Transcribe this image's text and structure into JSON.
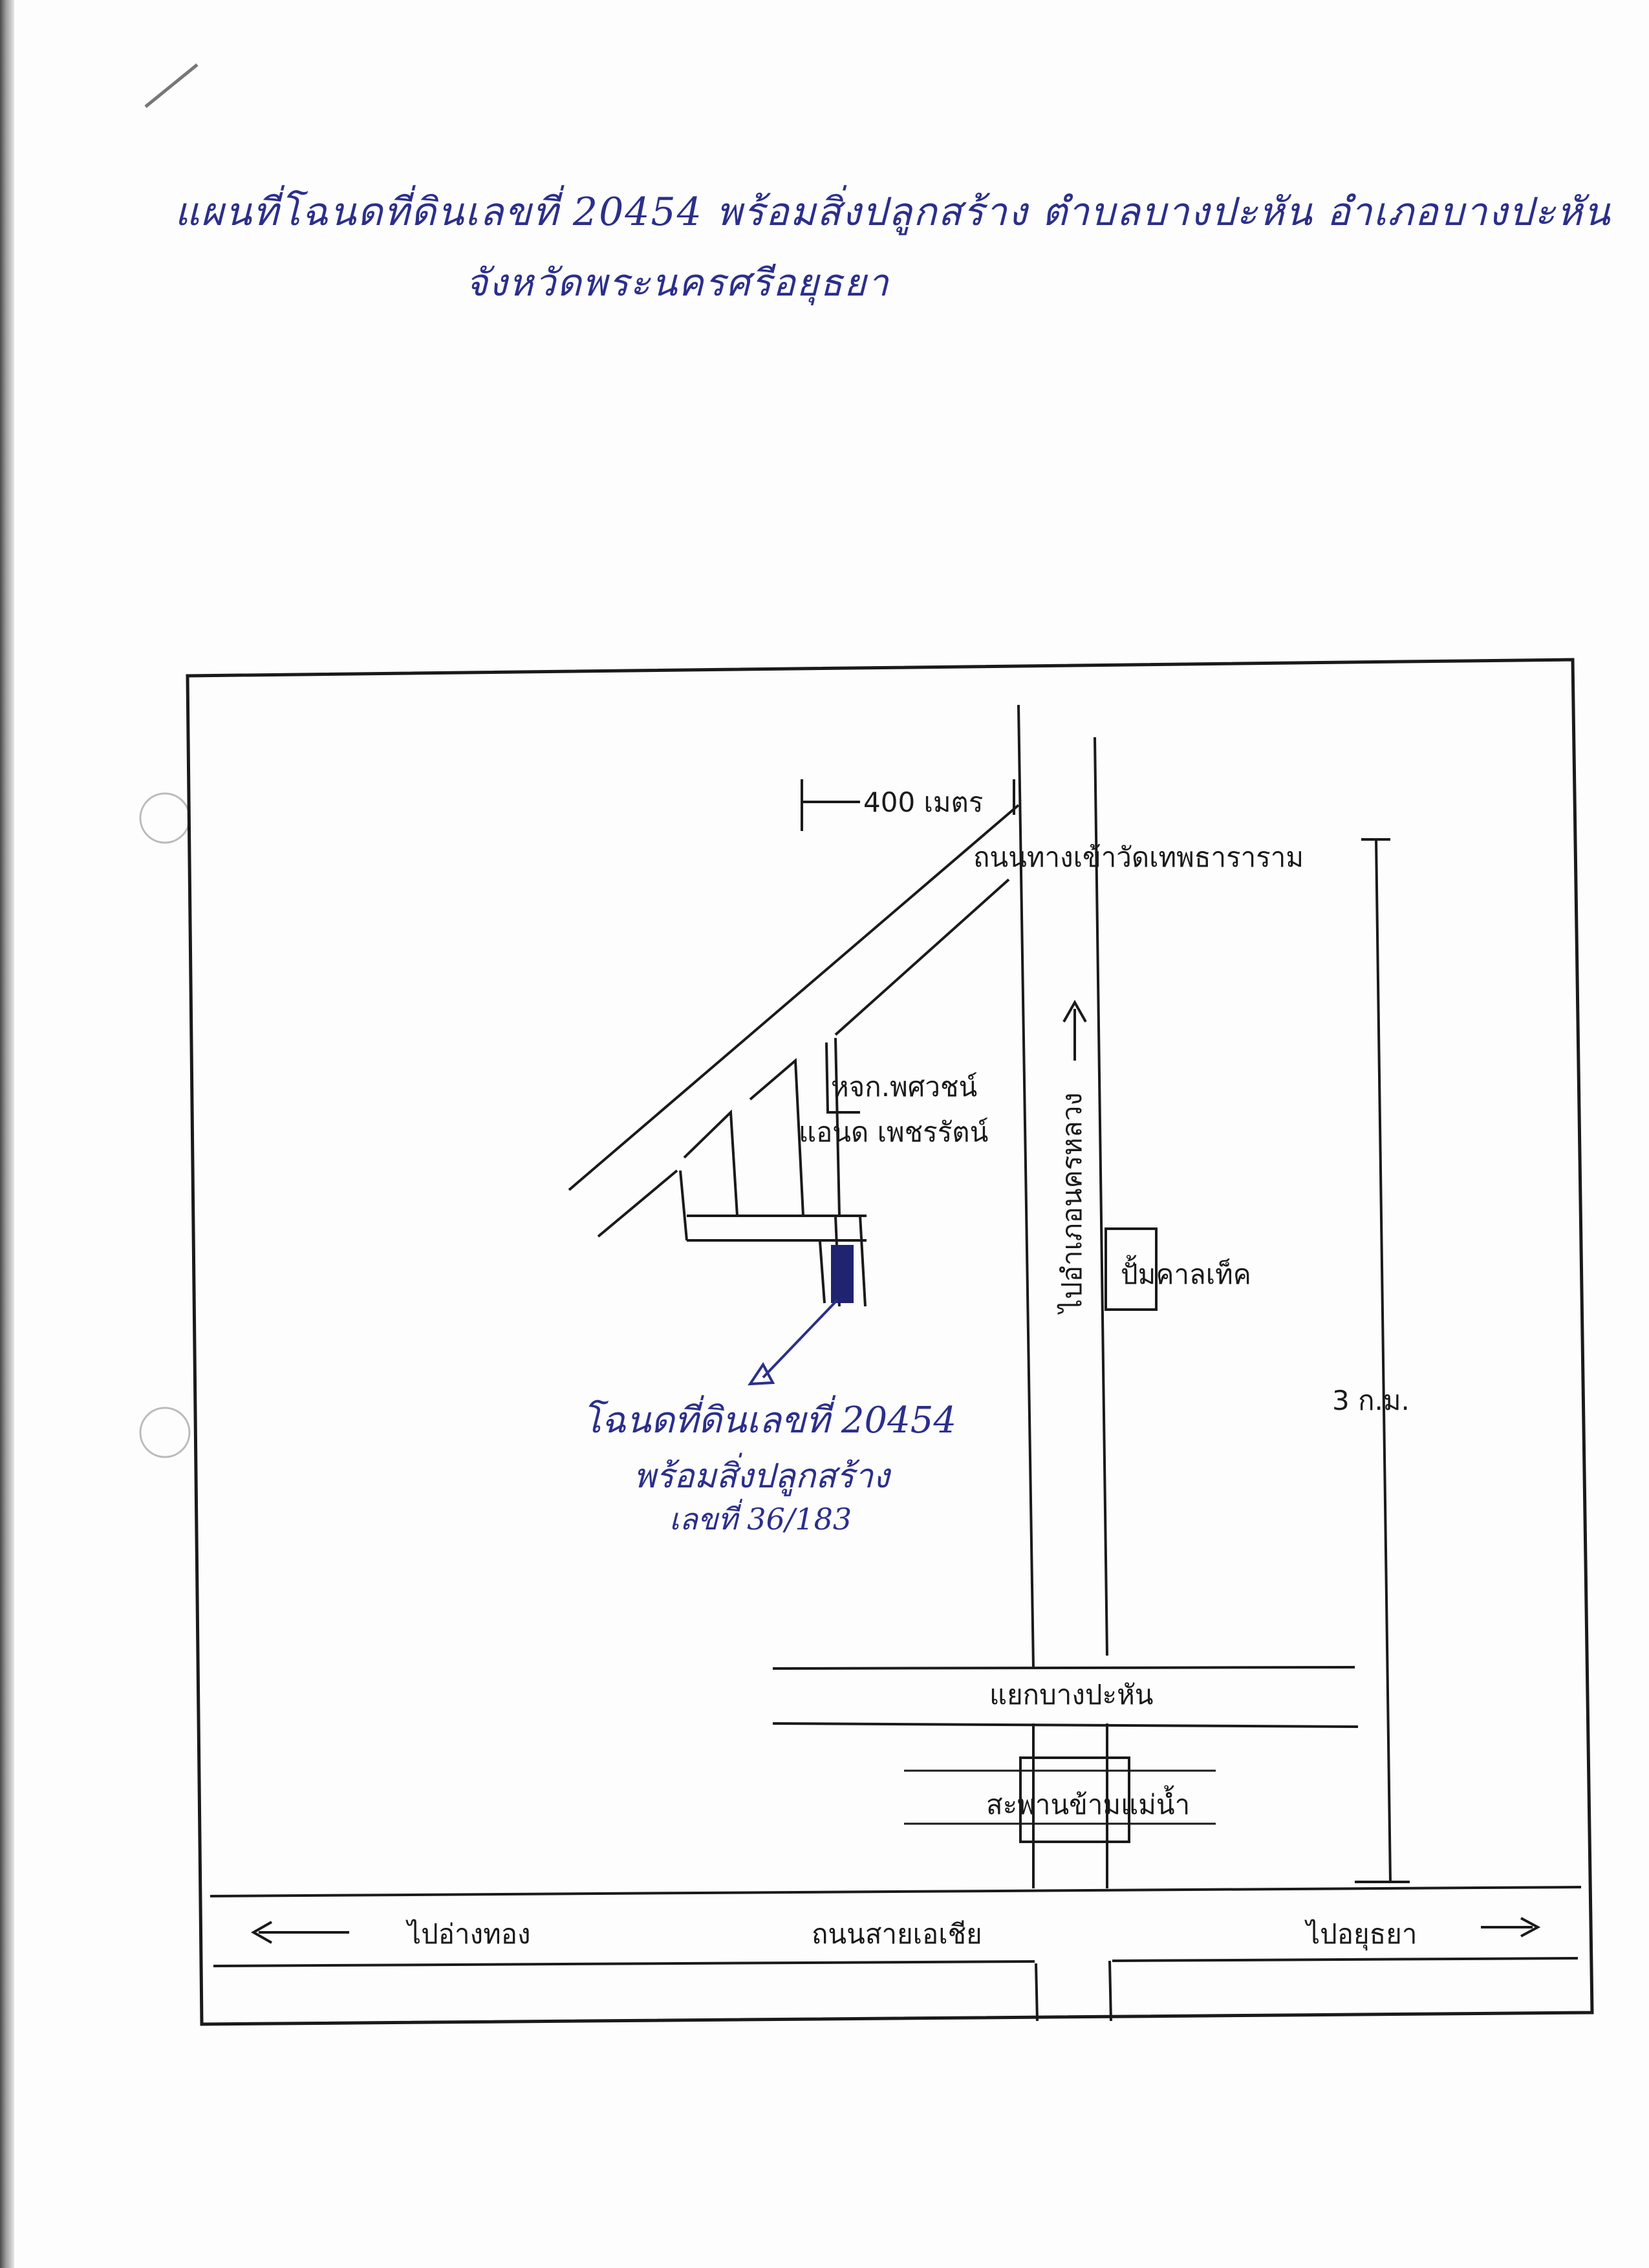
{
  "title": {
    "line1": "แผนที่โฉนดที่ดินเลขที่ 20454 พร้อมสิ่งปลูกสร้าง ตำบลบางปะหัน อำเภอบางปะหัน",
    "line2": "จังหวัดพระนครศรีอยุธยา"
  },
  "map": {
    "scale_label": "400 เมตร",
    "road_temple": "ถนนทางเข้าวัดเทพธาราราม",
    "shop_line1": "หจก.พศวชน์",
    "shop_line2": "แอนด เพชรรัตน์",
    "road_nakhon_luang": "ไปอำเภอนครหลวง",
    "pump": "ปั้มคาลเท็ค",
    "distance": "3 ก.ม.",
    "deed_line1": "โฉนดที่ดินเลขที่ 20454",
    "deed_line2": "พร้อมสิ่งปลูกสร้าง",
    "deed_line3": "เลขที่ 36/183",
    "junction": "แยกบางปะหัน",
    "bridge": "สะพานข้ามแม่น้ำ",
    "to_angthong": "ไปอ่างทอง",
    "asia_road": "ถนนสายเอเชีย",
    "to_ayutthaya": "ไปอยุธยา"
  },
  "colors": {
    "ink": "#1a1a1a",
    "pen": "#2b2f8a",
    "plot_fill": "#1f2370"
  }
}
